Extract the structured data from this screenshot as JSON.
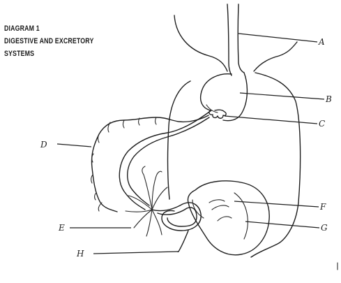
{
  "title": {
    "line1": "DIAGRAM 1",
    "line2": "DIGESTIVE AND EXCRETORY",
    "line3": "SYSTEMS"
  },
  "labels": {
    "a": "A",
    "b": "B",
    "c": "C",
    "d": "D",
    "e": "E",
    "f": "F",
    "g": "G",
    "h": "H"
  }
}
